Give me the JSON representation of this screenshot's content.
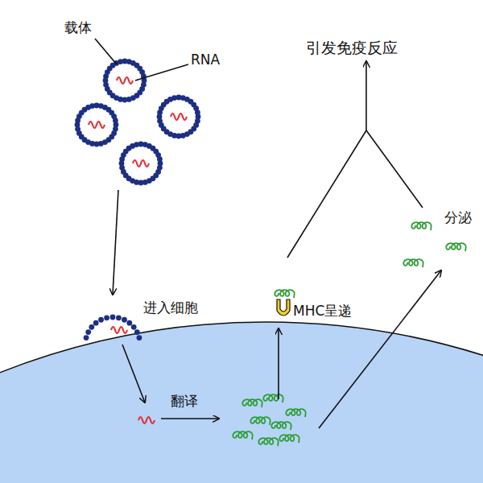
{
  "diagram": {
    "labels": [
      "载体",
      "RNA",
      "引发免疫反应",
      "分泌",
      "进入细胞",
      "MHC呈递",
      "翻译"
    ]
  }
}
